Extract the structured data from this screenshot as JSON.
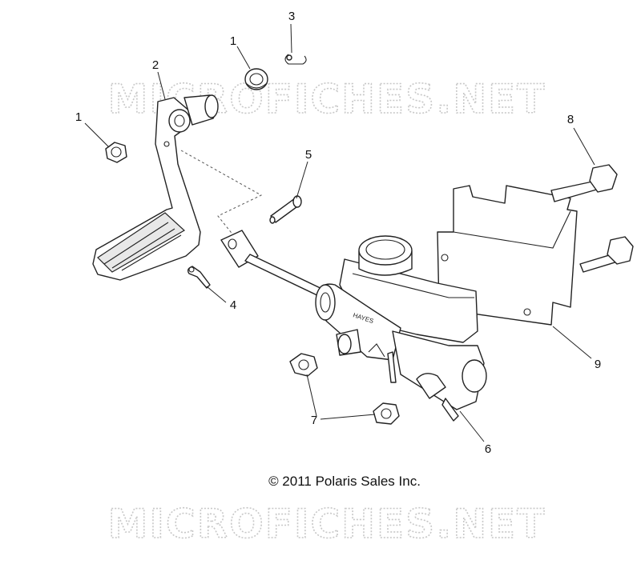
{
  "watermark": {
    "top": "MICROFICHES.NET",
    "bottom": "MICROFICHES.NET"
  },
  "copyright": "© 2011 Polaris Sales Inc.",
  "part_text": "HAYES",
  "callouts": [
    "1",
    "1",
    "2",
    "3",
    "4",
    "5",
    "6",
    "7",
    "8",
    "9"
  ]
}
